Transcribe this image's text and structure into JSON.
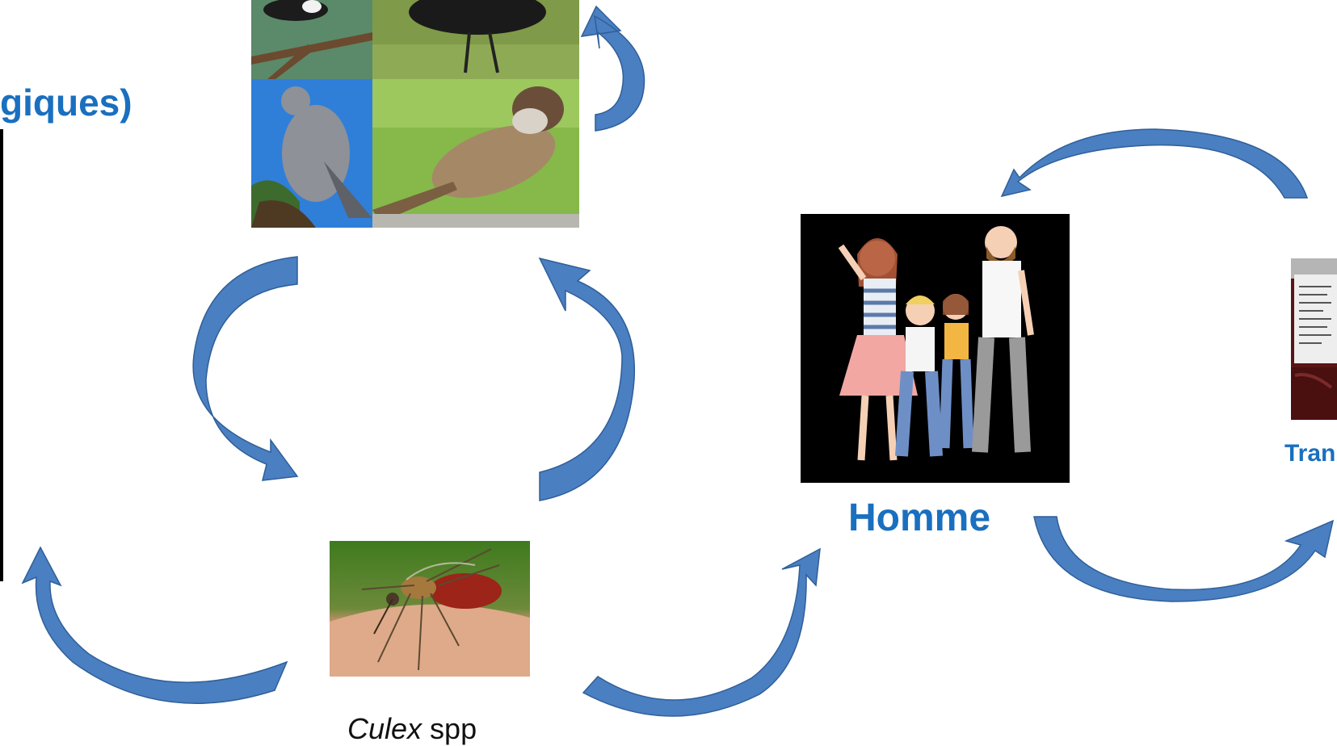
{
  "labels": {
    "left_title_fragment": "giques)",
    "homme": "Homme",
    "transfusion_fragment": "Tran",
    "culex_genus": "Culex",
    "culex_suffix": " spp"
  },
  "colors": {
    "arrow_fill": "#4a7fc1",
    "arrow_stroke": "#2f5f99",
    "label_blue": "#1a6fbf"
  },
  "icons": {
    "birds": "bird-photo-collage",
    "mosquito": "mosquito-photo",
    "family": "family-illustration",
    "blood_bag": "blood-bag-photo"
  }
}
